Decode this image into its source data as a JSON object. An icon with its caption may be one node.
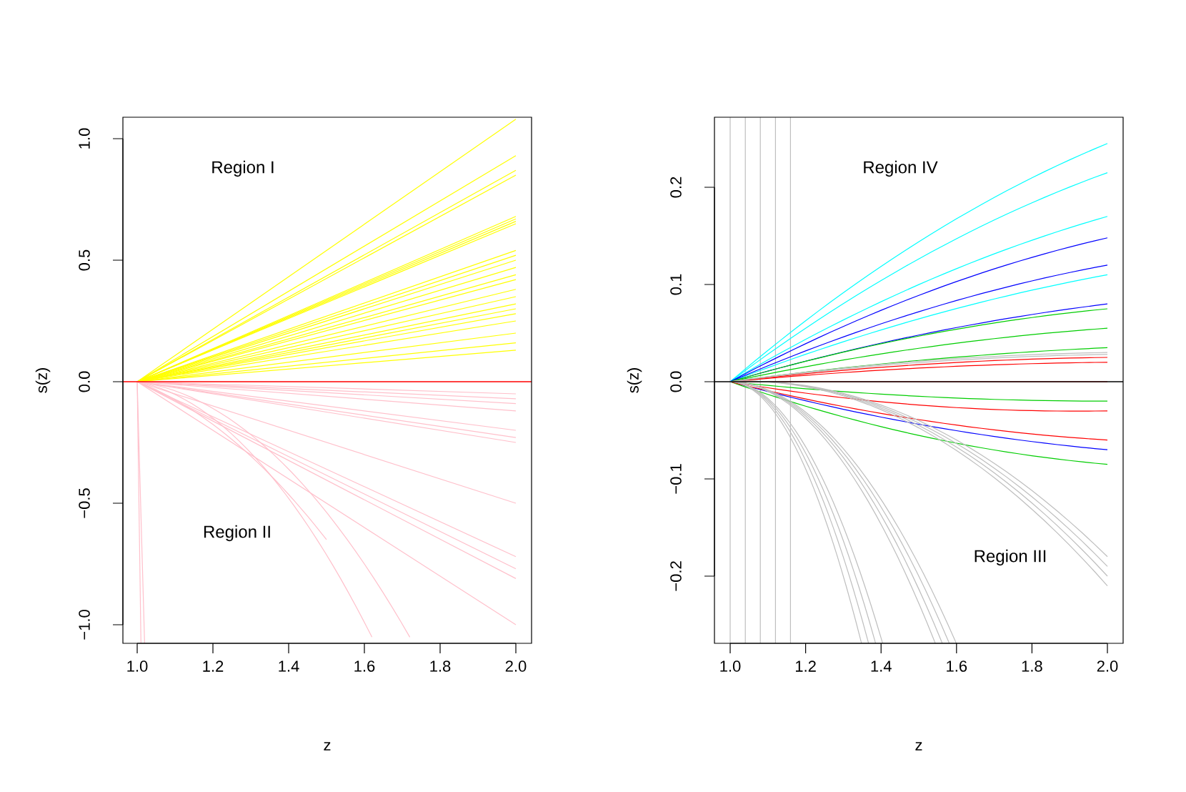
{
  "diagram": {
    "labels": [
      "Region I",
      "Region II",
      "s(z)",
      "z",
      "−1.0",
      "−0.5",
      "0.0",
      "0.5",
      "1.0",
      "1.0",
      "1.2",
      "1.4",
      "1.6",
      "1.8",
      "2.0",
      "Region IV",
      "Region III",
      "s(z)",
      "z",
      "−0.2",
      "−0.1",
      "0.0",
      "0.1",
      "0.2",
      "1.0",
      "1.2",
      "1.4",
      "1.6",
      "1.8",
      "2.0"
    ]
  }
}
